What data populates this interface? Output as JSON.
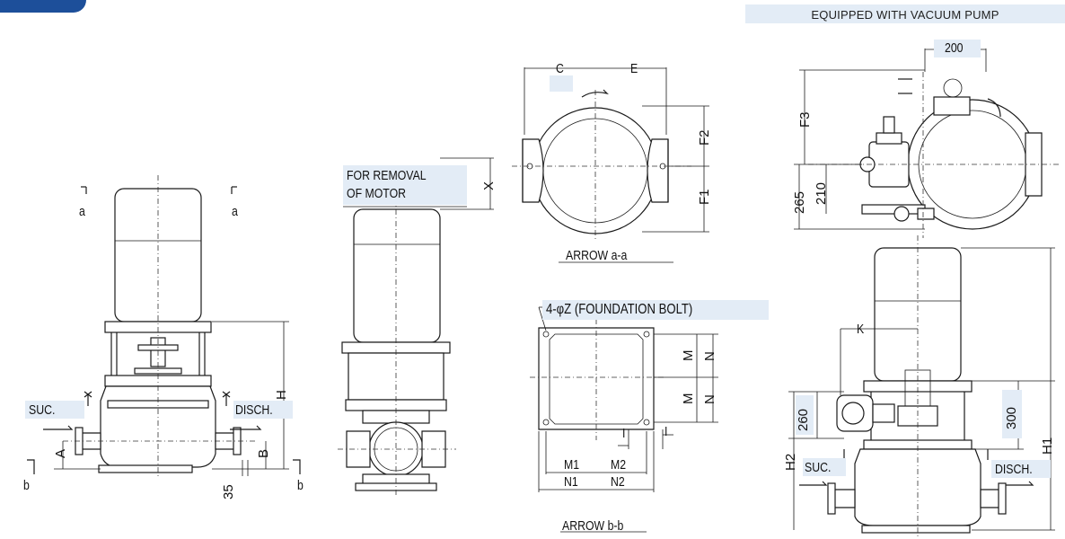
{
  "header": {
    "title": "EQUIPPED WITH VACUUM PUMP"
  },
  "front_view": {
    "section_label_left": "a",
    "section_label_right": "a",
    "section_bottom_left": "b",
    "section_bottom_right": "b",
    "suction_label": "SUC.",
    "discharge_label": "DISCH.",
    "dim_A": "A",
    "dim_B": "B",
    "dim_H": "H",
    "dim_35": "35"
  },
  "side_view": {
    "removal_note_line1": "FOR REMOVAL",
    "removal_note_line2": "OF MOTOR",
    "dim_X": "X"
  },
  "arrow_aa": {
    "caption": "ARROW a-a",
    "dim_C": "C",
    "dim_E": "E",
    "dim_F2": "F2",
    "dim_F1": "F1"
  },
  "arrow_bb": {
    "caption": "ARROW b-b",
    "bolt_note": "4-φZ (FOUNDATION BOLT)",
    "dim_M_top": "M",
    "dim_N_top": "N",
    "dim_M_mid": "M",
    "dim_N_mid": "N",
    "dim_I_left": "I",
    "dim_I_right": "I",
    "dim_M1": "M1",
    "dim_M2": "M2",
    "dim_N1": "N1",
    "dim_N2": "N2"
  },
  "vacuum_top_view": {
    "dim_200": "200",
    "dim_F3": "F3",
    "dim_265": "265",
    "dim_210": "210"
  },
  "vacuum_front_view": {
    "dim_K": "K",
    "dim_260": "260",
    "dim_300": "300",
    "dim_H1": "H1",
    "dim_H2": "H2",
    "suction_label": "SUC.",
    "discharge_label": "DISCH."
  }
}
